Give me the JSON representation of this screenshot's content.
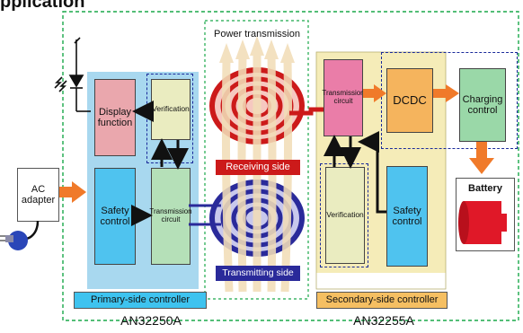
{
  "header_fragment": "pplication",
  "coil": {
    "title": "Power transmission",
    "receiving_label": "Receiving side",
    "transmitting_label": "Transmitting side"
  },
  "primary": {
    "display_function": "Display function",
    "verification": "Verification",
    "safety_control": "Safety control",
    "transmission_circuit": "Transmission circuit",
    "controller_label": "Primary-side controller",
    "part_number": "AN32250A"
  },
  "secondary": {
    "transmission_circuit": "Transmission circuit",
    "dcdc": "DCDC",
    "charging_control": "Charging control",
    "verification": "Verification",
    "safety_control": "Safety control",
    "controller_label": "Secondary-side controller",
    "part_number": "AN32255A"
  },
  "ac_adapter": "AC adapter",
  "battery": "Battery",
  "colors": {
    "outer_border": "#1aa84a",
    "primary_bg": "#a8d8ef",
    "primary_label_bg": "#3ec3ef",
    "secondary_bg": "#f5ecb8",
    "secondary_label_bg": "#f5bf62",
    "display_block": "#eaa7ad",
    "verification_block": "#eaecc0",
    "safety_block_primary": "#4fc3ef",
    "transmission_block_primary": "#b5e0b8",
    "transmission_block_secondary": "#ea7da8",
    "dcdc_block": "#f5b45d",
    "charging_block": "#9ad8a8",
    "arrow_orange": "#f07a2a",
    "receiving_red": "#cc1a1a",
    "transmitting_blue": "#2a2a9a",
    "beam": "#f2ddb8",
    "battery_red": "#e01828"
  }
}
